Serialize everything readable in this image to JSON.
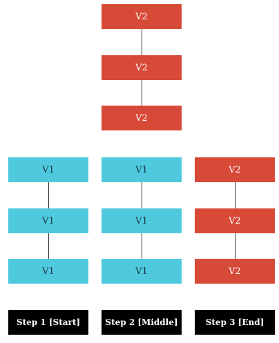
{
  "colors": {
    "v2": "#d84a38",
    "v1": "#4ec9dd",
    "step": "#000000",
    "connector": "#333333"
  },
  "columns": [
    {
      "top_stack": [],
      "bottom_stack": [
        "V1",
        "V1",
        "V1"
      ],
      "bottom_kinds": [
        "v1",
        "v1",
        "v1"
      ],
      "step_label": "Step 1 [Start]"
    },
    {
      "top_stack": [
        "V2",
        "V2",
        "V2"
      ],
      "top_kinds": [
        "v2",
        "v2",
        "v2"
      ],
      "bottom_stack": [
        "V1",
        "V1",
        "V1"
      ],
      "bottom_kinds": [
        "v1",
        "v1",
        "v1"
      ],
      "step_label": "Step 2 [Middle]"
    },
    {
      "top_stack": [],
      "bottom_stack": [
        "V2",
        "V2",
        "V2"
      ],
      "bottom_kinds": [
        "v2",
        "v2",
        "v2"
      ],
      "step_label": "Step 3 [End]"
    }
  ]
}
